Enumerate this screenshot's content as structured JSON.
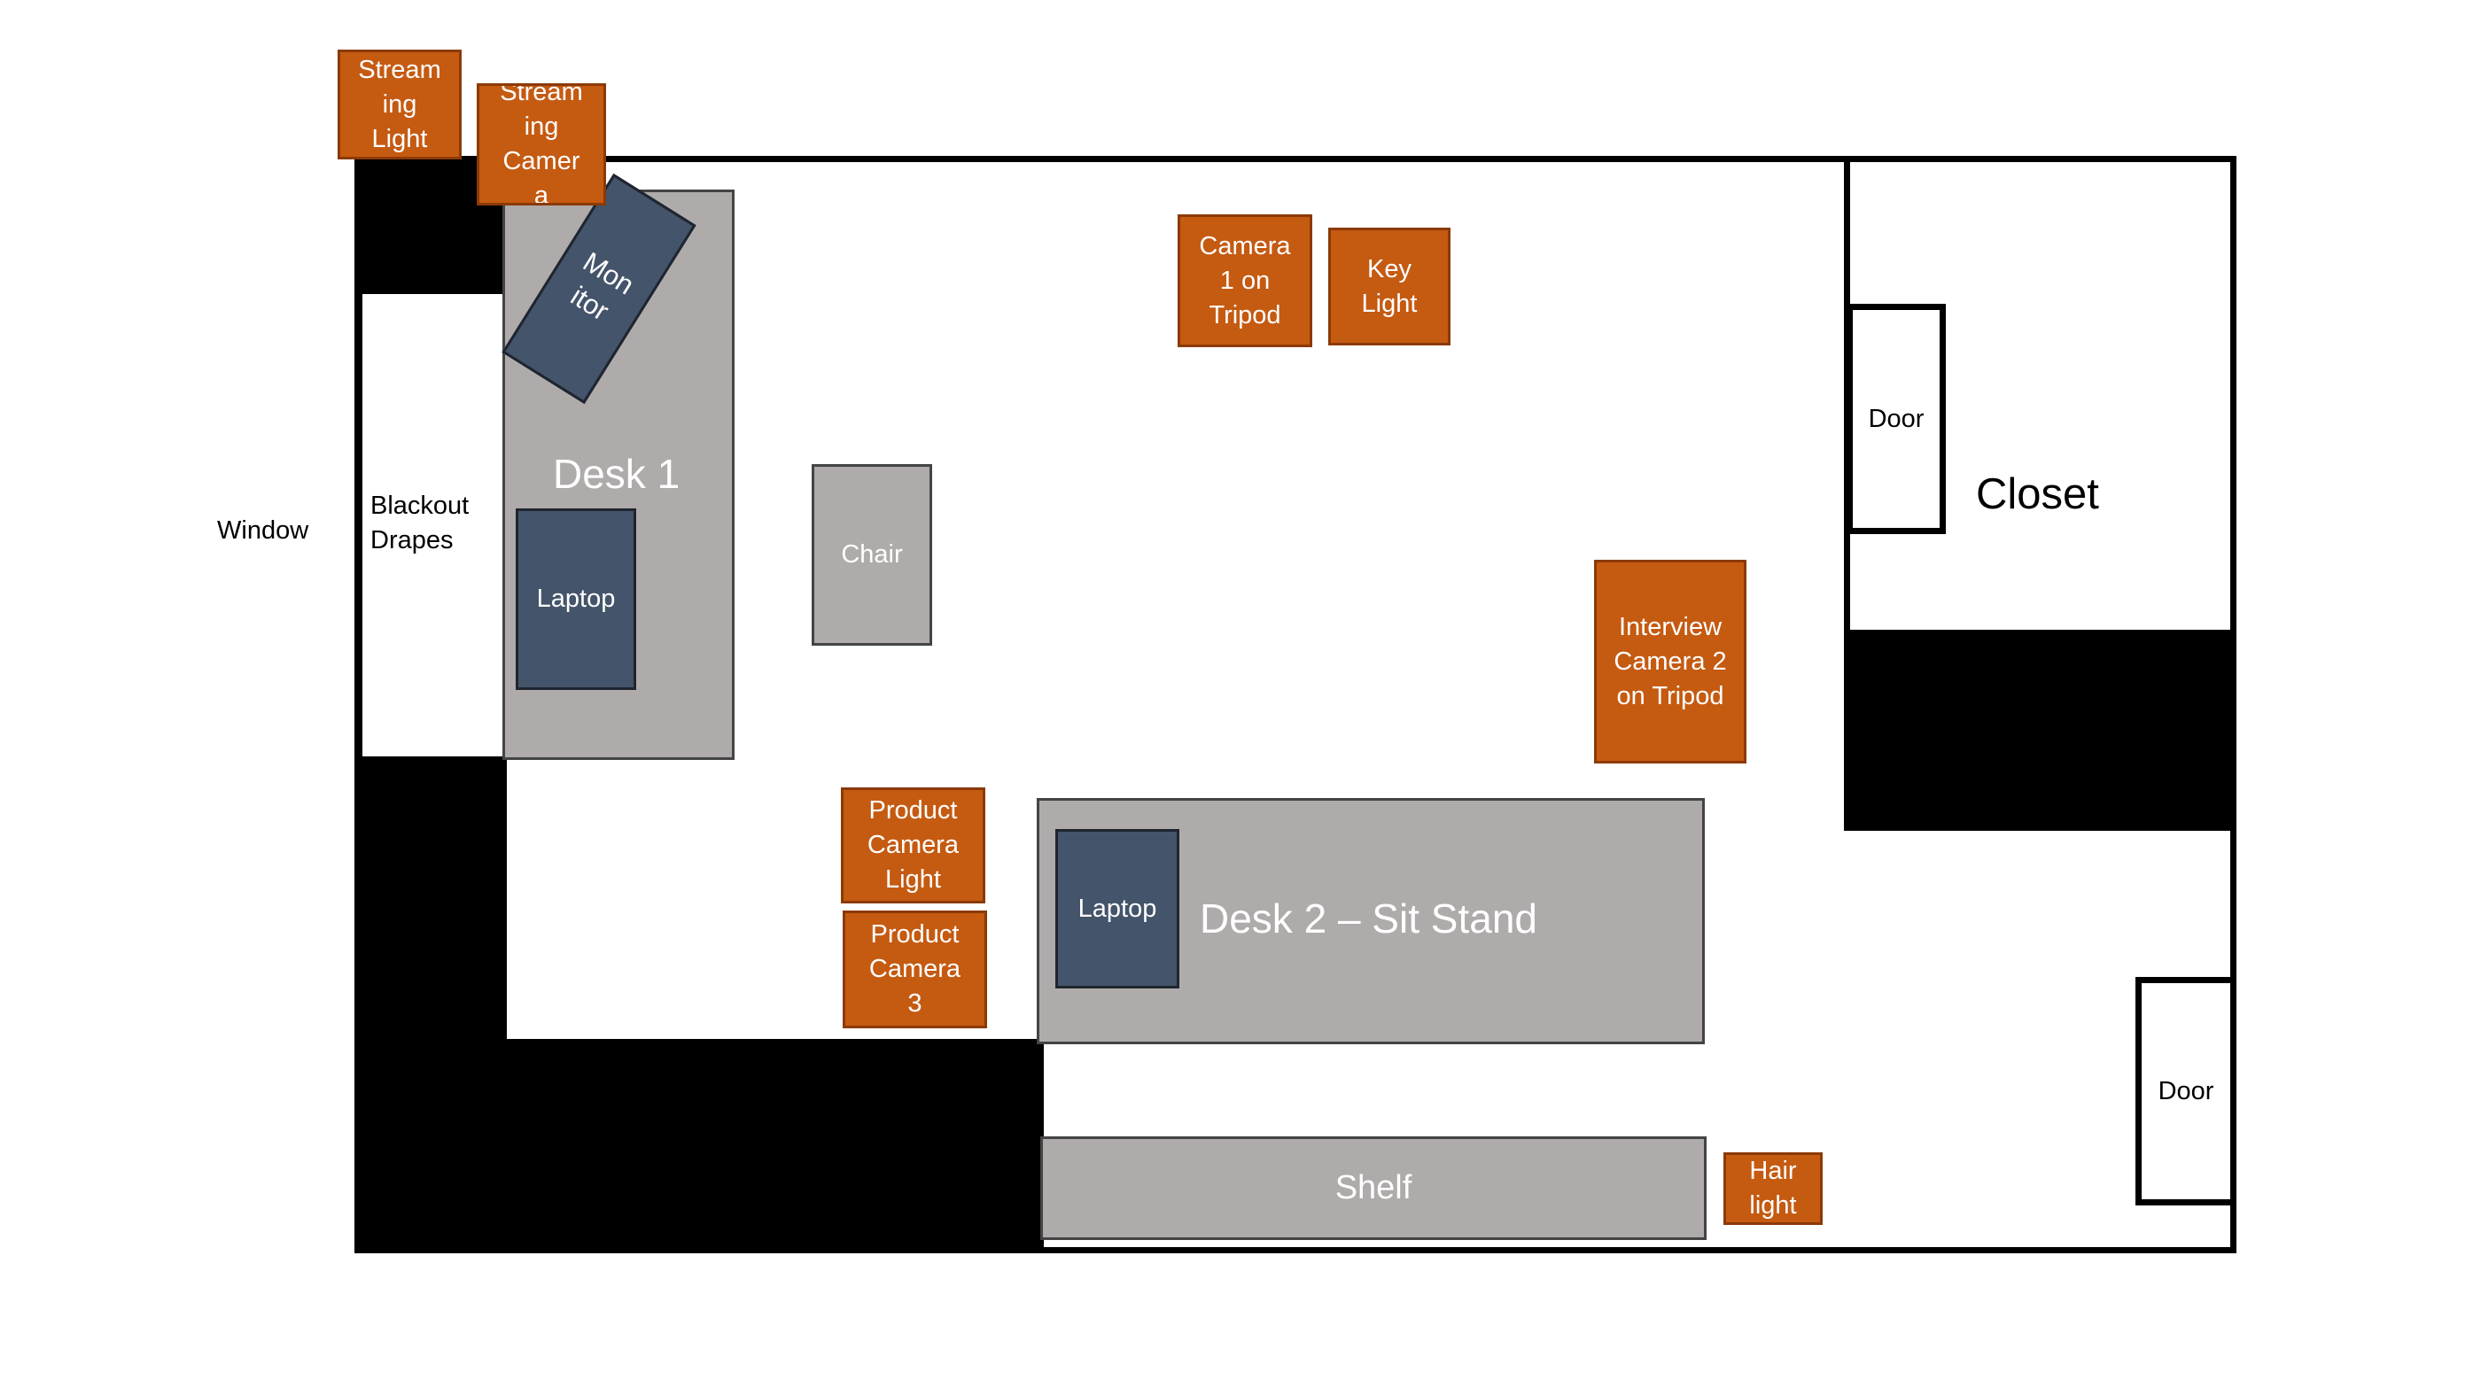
{
  "labels": {
    "window": "Window",
    "blackout_drapes": "Blackout\nDrapes",
    "desk1": "Desk 1",
    "desk2": "Desk 2 – Sit Stand",
    "chair": "Chair",
    "laptop_desk1": "Laptop",
    "laptop_desk2": "Laptop",
    "monitor": "Mon\nitor",
    "shelf": "Shelf",
    "closet": "Closet",
    "closet_door": "Door",
    "room_door": "Door",
    "streaming_light": "Stream\ning\nLight",
    "streaming_camera": "Stream\ning\nCamer\na",
    "camera1": "Camera\n1 on\nTripod",
    "key_light": "Key\nLight",
    "interview_camera2": "Interview\nCamera 2\non Tripod",
    "product_camera_light": "Product\nCamera\nLight",
    "product_camera3": "Product\nCamera\n3",
    "hair_light": "Hair\nlight"
  },
  "colors": {
    "equipment_orange": "#c55a11",
    "device_blue": "#44546a",
    "furniture_grey": "#aeabaa",
    "wall_black": "#000000"
  }
}
